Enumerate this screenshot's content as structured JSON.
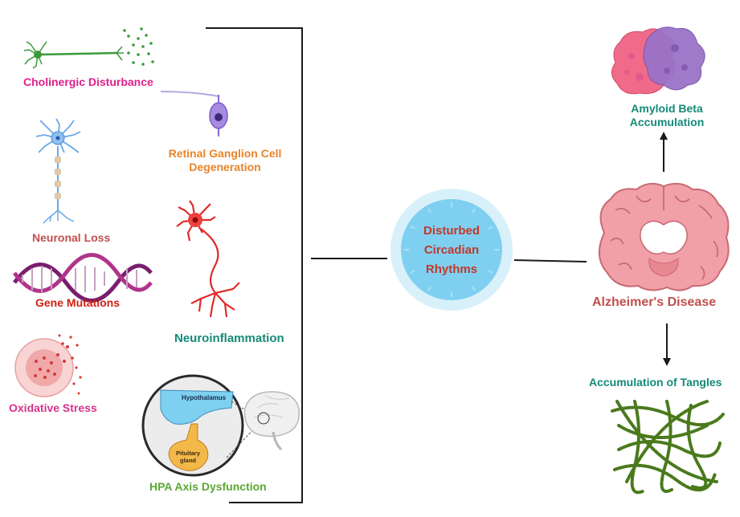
{
  "causes": {
    "cholinergic": "Cholinergic Disturbance",
    "retinal_line1": "Retinal Ganglion Cell",
    "retinal_line2": "Degeneration",
    "neuronal_loss": "Neuronal Loss",
    "gene_mutations": "Gene Mutations",
    "neuroinflammation": "Neuroinflammation",
    "oxidative_stress": "Oxidative Stress",
    "hpa": "HPA Axis Dysfunction",
    "hypothalamus": "Hypothalamus",
    "pituitary_line1": "Pituitary",
    "pituitary_line2": "gland"
  },
  "center": {
    "line1": "Disturbed",
    "line2": "Circadian",
    "line3": "Rhythms"
  },
  "outcomes": {
    "amyloid_line1": "Amyloid Beta",
    "amyloid_line2": "Accumulation",
    "alzheimers": "Alzheimer's Disease",
    "tangles": "Accumulation of Tangles"
  },
  "colors": {
    "magenta": "#e0208a",
    "orange": "#e8842a",
    "rose": "#c0504d",
    "red": "#d02010",
    "teal": "#148a78",
    "pink": "#d6338a",
    "green": "#5aa832",
    "center_text": "#c0392b",
    "clock_outer": "#d8f0fa",
    "clock_inner": "#7fd0f0"
  }
}
